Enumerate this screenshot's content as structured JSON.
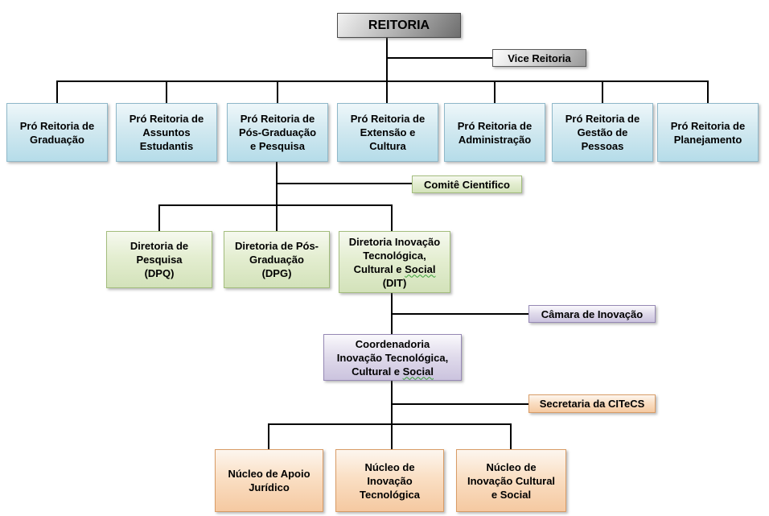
{
  "palette": {
    "connector_line": "#000000",
    "gray_box_border": "#4a4a4a",
    "blue_box_fill": "#b5dce9",
    "blue_box_border": "#8fb8c9",
    "green_box_fill": "#d3e2ba",
    "green_box_border": "#a3bd7d",
    "purple_box_fill": "#cbc3de",
    "purple_box_border": "#9689b5",
    "orange_box_fill": "#f5c9a1",
    "orange_box_border": "#d99c66",
    "spellcheck_underline": "#3aa33a"
  },
  "org": {
    "reitoria": {
      "label": "REITORIA"
    },
    "vice_reitoria": {
      "label": "Vice Reitoria"
    },
    "pro_reitorias": [
      {
        "lines": [
          "Pró Reitoria de",
          "Graduação"
        ]
      },
      {
        "lines": [
          "Pró Reitoria de",
          "Assuntos",
          "Estudantis"
        ]
      },
      {
        "lines": [
          "Pró Reitoria de",
          "Pós-Graduação",
          "e Pesquisa"
        ]
      },
      {
        "lines": [
          "Pró Reitoria de",
          "Extensão e",
          "Cultura"
        ]
      },
      {
        "lines": [
          "Pró Reitoria de",
          "Administração"
        ]
      },
      {
        "lines": [
          "Pró Reitoria de",
          "Gestão de",
          "Pessoas"
        ]
      },
      {
        "lines": [
          "Pró Reitoria de",
          "Planejamento"
        ]
      }
    ],
    "comite_cientifico": {
      "label": "Comitê Cientifico"
    },
    "diretorias": [
      {
        "lines": [
          "Diretoria de",
          "Pesquisa",
          "(DPQ)"
        ]
      },
      {
        "lines": [
          "Diretoria de Pós-",
          "Graduação",
          "(DPG)"
        ]
      },
      {
        "lines": [
          "Diretoria Inovação",
          "Tecnológica,"
        ],
        "line3_pre": "Cultural e ",
        "line3_wavy": "Social",
        "line4": "(DIT)"
      }
    ],
    "camara_inovacao": {
      "label": "Câmara de Inovação"
    },
    "coordenadoria": {
      "lines": [
        "Coordenadoria",
        "Inovação Tecnológica,"
      ],
      "line3_pre": "Cultural e ",
      "line3_wavy": "Social"
    },
    "secretaria_citecs": {
      "label": "Secretaria da CITeCS"
    },
    "nucleos": [
      {
        "lines": [
          "Núcleo de Apoio",
          "Jurídico"
        ]
      },
      {
        "lines": [
          "Núcleo de",
          "Inovação",
          "Tecnológica"
        ]
      },
      {
        "lines": [
          "Núcleo de",
          "Inovação Cultural",
          "e Social"
        ]
      }
    ]
  }
}
